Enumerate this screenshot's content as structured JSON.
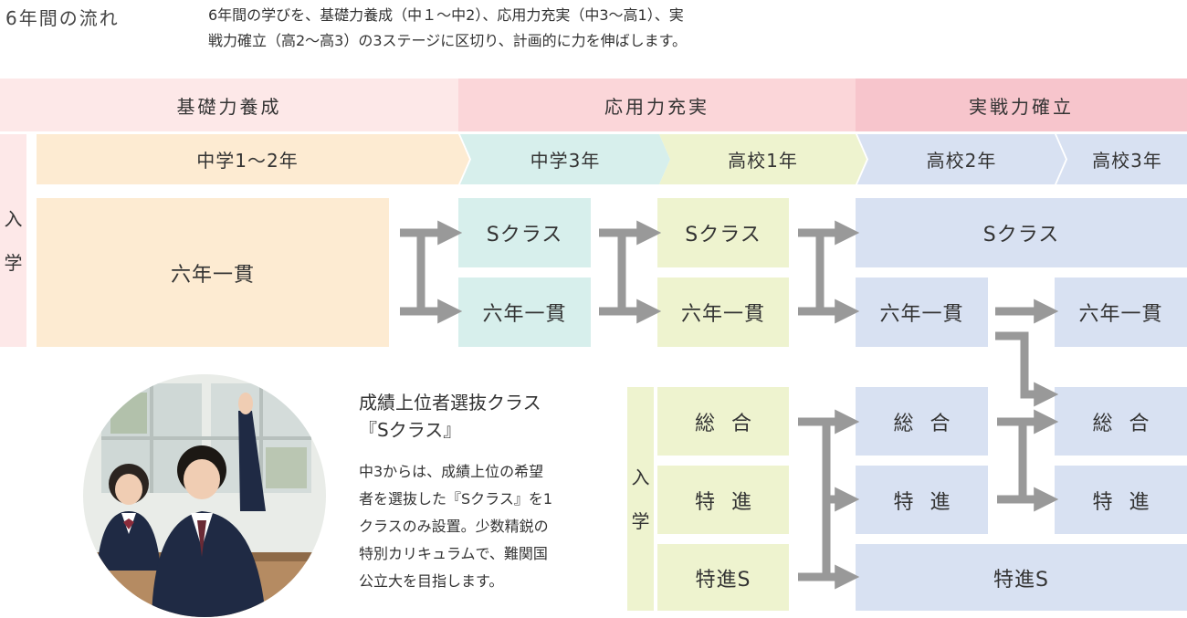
{
  "header": {
    "title": "6年間の流れ",
    "description_lines": [
      "6年間の学びを、基礎力養成（中１～中2）、応用力充実（中3～高1）、実",
      "戦力確立（高2～高3）の3ステージに区切り、計画的に力を伸ばします。"
    ]
  },
  "stages": [
    {
      "label": "基礎力養成",
      "color": "#fde8e8"
    },
    {
      "label": "応用力充実",
      "color": "#fbd6d9"
    },
    {
      "label": "実戦力確立",
      "color": "#f7c5cc"
    }
  ],
  "grades": [
    "中学1～2年",
    "中学3年",
    "高校1年",
    "高校2年",
    "高校3年"
  ],
  "entry_label": [
    "入",
    "学"
  ],
  "upper_track": {
    "ms12": "六年一貫",
    "ms3": [
      "Sクラス",
      "六年一貫"
    ],
    "hs1": [
      "Sクラス",
      "六年一貫"
    ],
    "hs2": [
      "Sクラス",
      "六年一貫"
    ],
    "hs3": "六年一貫"
  },
  "lower_track": {
    "hs1": [
      "総合",
      "特進",
      "特進S"
    ],
    "hs2": [
      "総合",
      "特進"
    ],
    "hs2_wide": "特進S",
    "hs3": [
      "総合",
      "特進"
    ]
  },
  "feature": {
    "title_lines": [
      "成績上位者選抜クラス",
      "『Sクラス』"
    ],
    "body_lines": [
      "中3からは、成績上位の希望",
      "者を選抜した『Sクラス』を1",
      "クラスのみ設置。少数精鋭の",
      "特別カリキュラムで、難関国",
      "公立大を目指します。"
    ]
  },
  "colors": {
    "orange_box": "#fdebd2",
    "teal_box": "#d7efec",
    "green_box": "#eef3cf",
    "blue_box": "#d8e1f2",
    "side_bar": "#fde8e8",
    "arrow": "#999999"
  }
}
